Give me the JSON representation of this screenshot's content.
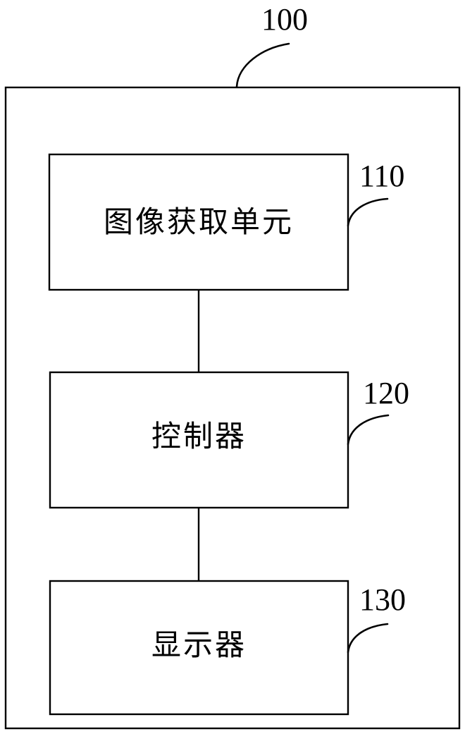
{
  "figure": {
    "type": "patent-block-diagram",
    "outer_box": {
      "reference_numeral": "100",
      "name": "system-enclosure"
    },
    "blocks": [
      {
        "id": "image-acquisition-unit",
        "label": "图像获取单元",
        "reference_numeral": "110"
      },
      {
        "id": "controller",
        "label": "控制器",
        "reference_numeral": "120"
      },
      {
        "id": "display",
        "label": "显示器",
        "reference_numeral": "130"
      }
    ],
    "connectors": [
      {
        "from": "image-acquisition-unit",
        "to": "controller"
      },
      {
        "from": "controller",
        "to": "display"
      }
    ],
    "colors": {
      "stroke": "#000000",
      "background": "#ffffff",
      "text": "#000000"
    }
  }
}
